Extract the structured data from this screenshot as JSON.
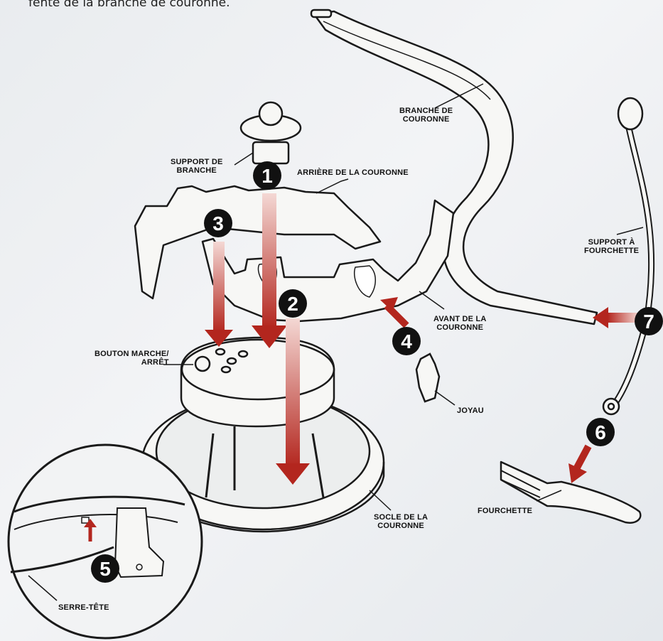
{
  "caption": "fente de la branche de couronne.",
  "labels": {
    "support_branche_l1": "SUPPORT DE",
    "support_branche_l2": "BRANCHE",
    "arriere": "ARRIÈRE DE LA COURONNE",
    "branche_l1": "BRANCHE DE",
    "branche_l2": "COURONNE",
    "support_fourchette_l1": "SUPPORT À",
    "support_fourchette_l2": "FOURCHETTE",
    "avant_l1": "AVANT DE LA",
    "avant_l2": "COURONNE",
    "bouton_l1": "BOUTON MARCHE/",
    "bouton_l2": "ARRÊT",
    "joyau": "JOYAU",
    "socle_l1": "SOCLE DE LA",
    "socle_l2": "COURONNE",
    "fourchette": "FOURCHETTE",
    "serre_tete": "SERRE-TÊTE"
  },
  "steps": [
    "1",
    "2",
    "3",
    "4",
    "5",
    "6",
    "7"
  ],
  "colors": {
    "arrow": "#b3261e",
    "arrow_light": "#f2d0cc",
    "badge": "#111111",
    "outline": "#1a1a1a",
    "part_fill": "#f7f7f5"
  }
}
